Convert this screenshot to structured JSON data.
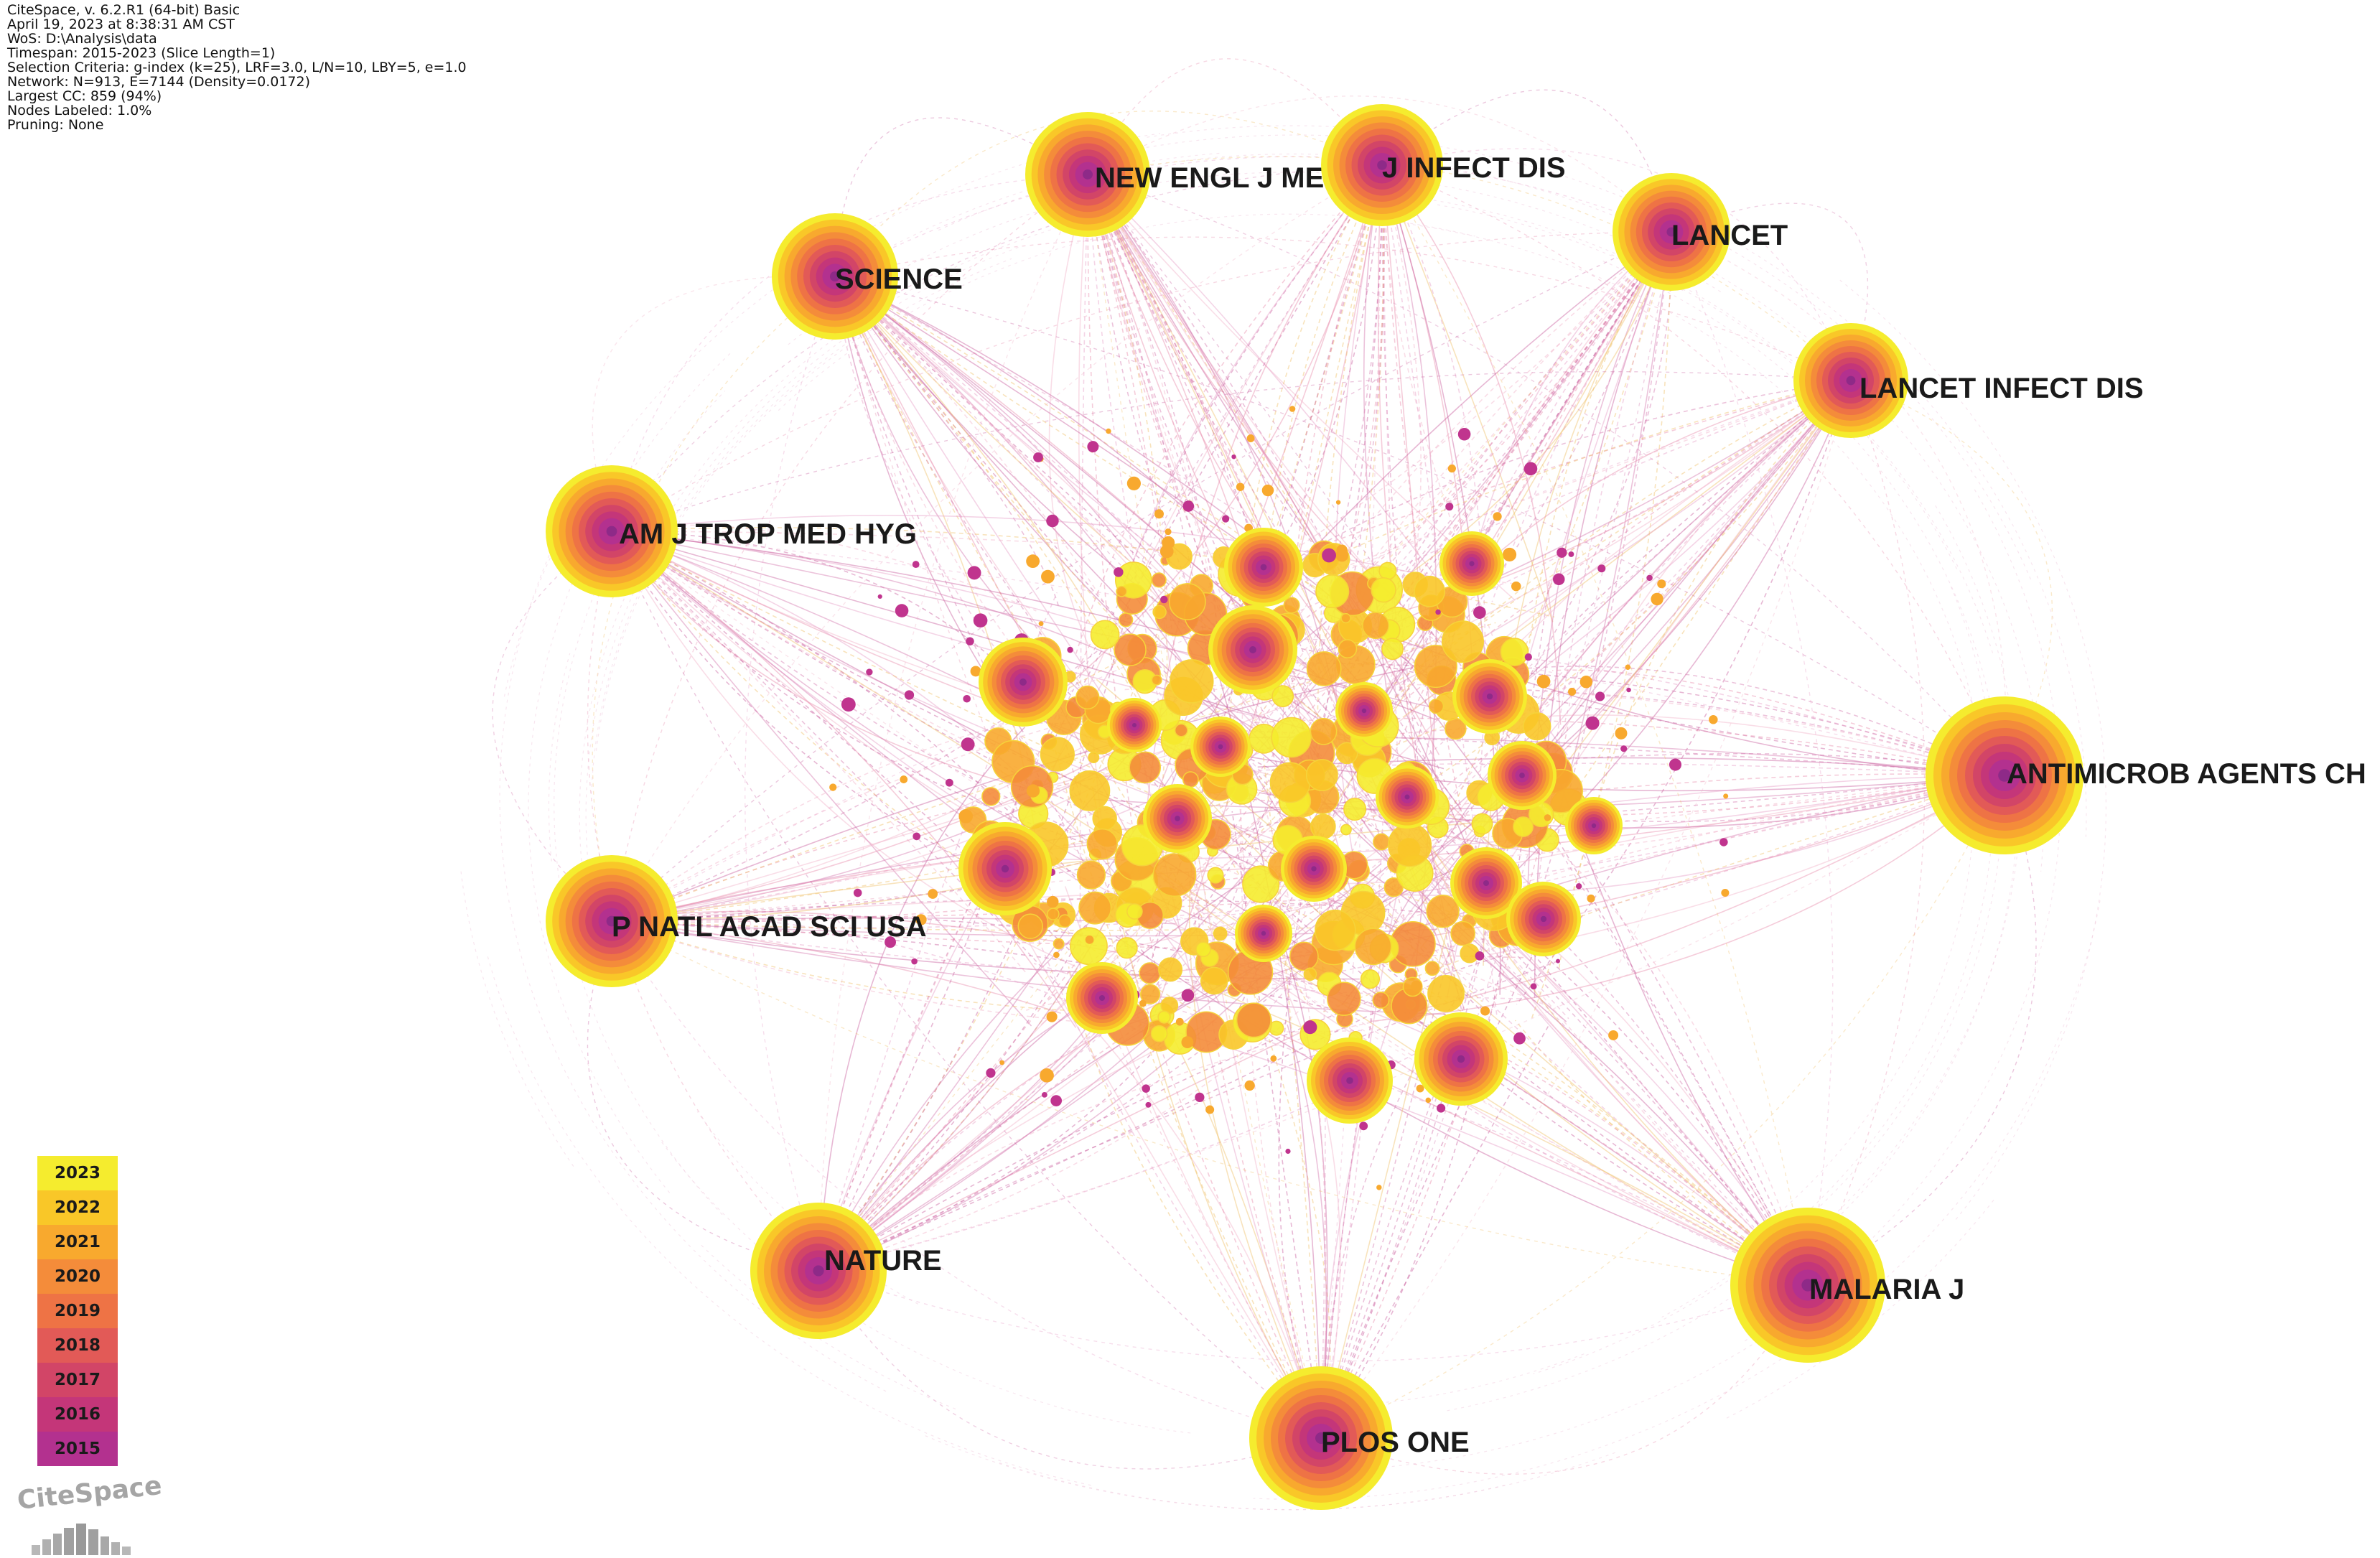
{
  "info": {
    "lines": [
      "CiteSpace, v. 6.2.R1 (64-bit) Basic",
      "April 19, 2023 at 8:38:31 AM CST",
      "WoS: D:\\Analysis\\data",
      "Timespan: 2015-2023 (Slice Length=1)",
      "Selection Criteria: g-index (k=25), LRF=3.0, L/N=10, LBY=5, e=1.0",
      "Network: N=913, E=7144 (Density=0.0172)",
      "Largest CC: 859 (94%)",
      "Nodes Labeled: 1.0%",
      "Pruning: None"
    ]
  },
  "legend": {
    "years": [
      {
        "label": "2023",
        "color": "#f5ec2e"
      },
      {
        "label": "2022",
        "color": "#f9c728"
      },
      {
        "label": "2021",
        "color": "#f8a92e"
      },
      {
        "label": "2020",
        "color": "#f48c3a"
      },
      {
        "label": "2019",
        "color": "#ee7345"
      },
      {
        "label": "2018",
        "color": "#e25a57"
      },
      {
        "label": "2017",
        "color": "#d24567"
      },
      {
        "label": "2016",
        "color": "#c43679"
      },
      {
        "label": "2015",
        "color": "#b3318f"
      }
    ]
  },
  "nodes": [
    {
      "label": "NEW ENGL J MED"
    },
    {
      "label": "J INFECT DIS"
    },
    {
      "label": "LANCET"
    },
    {
      "label": "SCIENCE"
    },
    {
      "label": "LANCET INFECT DIS"
    },
    {
      "label": "AM J TROP MED HYG"
    },
    {
      "label": "ANTIMICROB AGENTS CH"
    },
    {
      "label": "P NATL ACAD SCI USA"
    },
    {
      "label": "NATURE"
    },
    {
      "label": "MALARIA J"
    },
    {
      "label": "PLOS ONE"
    }
  ],
  "logo": {
    "text": "CiteSpace"
  }
}
